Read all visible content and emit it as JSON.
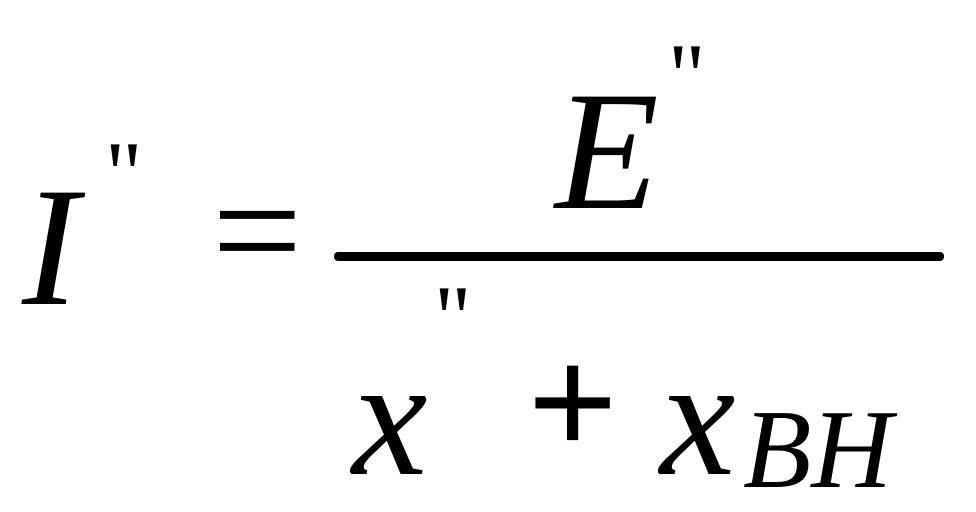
{
  "formula": {
    "lhs": {
      "variable": "I",
      "prime": "\""
    },
    "equals": "=",
    "numerator": {
      "variable": "E",
      "prime": "\""
    },
    "denominator": {
      "term1": {
        "variable": "x",
        "prime": "\""
      },
      "operator": "+",
      "term2": {
        "variable": "x",
        "subscript": "BH"
      }
    }
  }
}
